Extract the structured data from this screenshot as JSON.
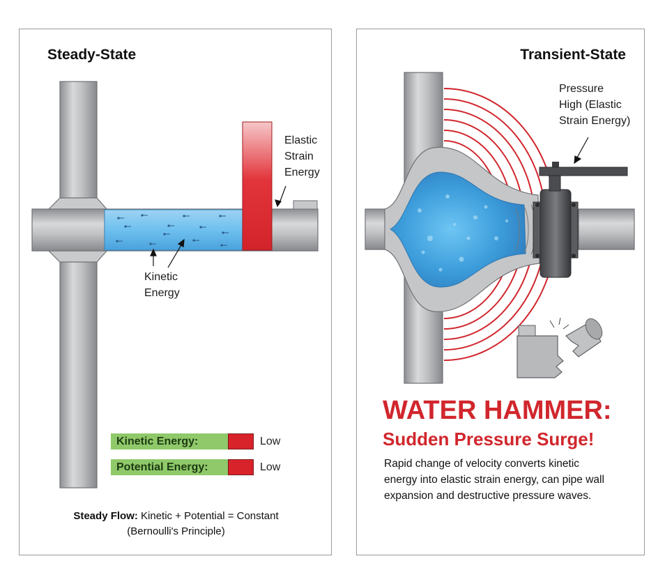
{
  "steady": {
    "title": "Steady-State",
    "elastic_label_lines": [
      "Elastic",
      "Strain",
      "Energy"
    ],
    "kinetic_label_lines": [
      "Kinetic",
      "Energy"
    ],
    "bars": [
      {
        "label": "Kinetic Energy:",
        "level": "Low"
      },
      {
        "label": "Potential Energy:",
        "level": "Low"
      }
    ],
    "caption_bold": "Steady Flow:",
    "caption_rest": "Kinetic + Potential = Constant",
    "caption_line2": "(Bernoulli's Principle)"
  },
  "transient": {
    "title": "Transient-State",
    "pressure_label_lines": [
      "Pressure",
      "High (Elastic",
      "Strain Energy)"
    ],
    "headline": "WATER HAMMER:",
    "subheadline": "Sudden Pressure Surge!",
    "description_lines": [
      "Rapid change of velocity converts kinetic",
      "energy into elastic strain energy, can pipe wall",
      "expansion and destructive pressure waves."
    ]
  },
  "colors": {
    "pipe_gray": "#b3b5b8",
    "water_blue": "#5ab4ea",
    "alert_red": "#d1262d",
    "bar_green": "#8fc96a"
  }
}
